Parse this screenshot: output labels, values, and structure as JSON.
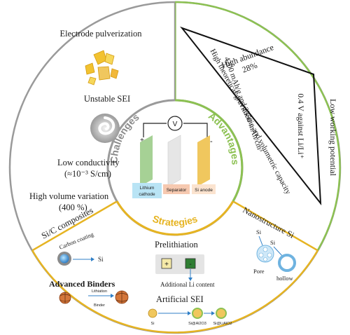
{
  "center": {
    "challenges": "Challenges",
    "advantages": "Advantages",
    "strategies": "Strategies",
    "cell": {
      "voltmeter": "V",
      "plus": "+",
      "minus": "-",
      "cathode_line1": "Lithium",
      "cathode_line2": "cathode",
      "separator": "Separator",
      "anode": "Si anode"
    }
  },
  "challenges": {
    "pulverization": "Electrode pulverization",
    "sei": "Unstable SEI",
    "conductivity_line1": "Low conductivity",
    "conductivity_line2": "(≈10⁻³ S/cm)",
    "volume_line1": "High volume variation",
    "volume_line2": "(400 %)"
  },
  "advantages": {
    "abundance": "High abundance",
    "abundance_value": "28%",
    "potential_label": "Low working potential",
    "potential_value": "0.4 V against Li/Li⁺",
    "capacity_values": "4200 mAh/g and 2350 mAh/cm³",
    "capacity_label": "High theoretical gravimetric and volumetric capacity"
  },
  "strategies": {
    "sic_title": "Si/C composites",
    "carbon_coating": "Carbon coating",
    "si": "Si",
    "binders_title": "Advanced Binders",
    "lithiation": "Lithiation",
    "binder": "Binder",
    "prelithiation_title": "Prelithiation",
    "plus": "+",
    "minus": "-",
    "additional_li": "Additional Li content",
    "artificial_sei_title": "Artificial SEI",
    "sei_si": "Si",
    "sei_alo": "Si@Al2O3",
    "sei_lialo": "Si@LiAlO2",
    "nano_title": "Nanostructure Si",
    "nano_si_1": "Si",
    "nano_si_2": "Si",
    "pore": "Pore",
    "hollow": "hollow"
  },
  "colors": {
    "gray_ring": "#9a9a9a",
    "green_ring": "#8cc152",
    "yellow_ring": "#e6b422",
    "cathode": "#9ccc8a",
    "separator": "#e8e8e8",
    "anode": "#f0c75e"
  },
  "icons": [
    "pulverization-icon",
    "sei-swirl-icon",
    "voltmeter-icon",
    "carbon-coated-si-icon",
    "binder-particle-icon",
    "porous-si-icon",
    "hollow-si-icon",
    "coated-particle-icon"
  ]
}
